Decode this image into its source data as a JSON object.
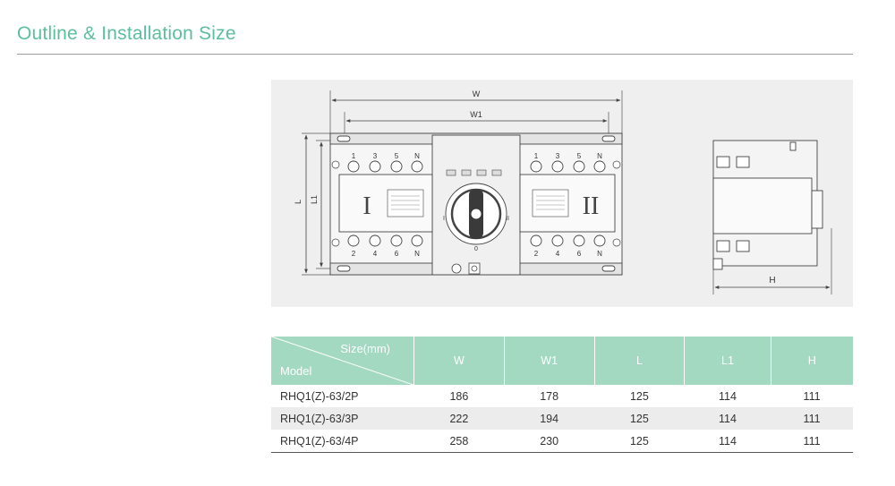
{
  "title": "Outline & Installation Size",
  "drawing": {
    "dimensions": {
      "w": "W",
      "w1": "W1",
      "l": "L",
      "l1": "L1",
      "h": "H"
    },
    "top_terminals": [
      "1",
      "3",
      "5",
      "N"
    ],
    "bottom_terminals": [
      "2",
      "4",
      "6",
      "N"
    ],
    "left_roman": "I",
    "right_roman": "II",
    "switch_left": "I",
    "switch_right": "II",
    "switch_center": "0"
  },
  "table": {
    "size_header": "Size(mm)",
    "model_header": "Model",
    "columns": [
      "W",
      "W1",
      "L",
      "L1",
      "H"
    ],
    "rows": [
      {
        "model": "RHQ1(Z)-63/2P",
        "values": [
          "186",
          "178",
          "125",
          "114",
          "111"
        ]
      },
      {
        "model": "RHQ1(Z)-63/3P",
        "values": [
          "222",
          "194",
          "125",
          "114",
          "111"
        ]
      },
      {
        "model": "RHQ1(Z)-63/4P",
        "values": [
          "258",
          "230",
          "125",
          "114",
          "111"
        ]
      }
    ]
  },
  "colors": {
    "accent": "#5cbf9c",
    "header_bg": "#a3d9c0",
    "panel_bg": "#efefef"
  }
}
